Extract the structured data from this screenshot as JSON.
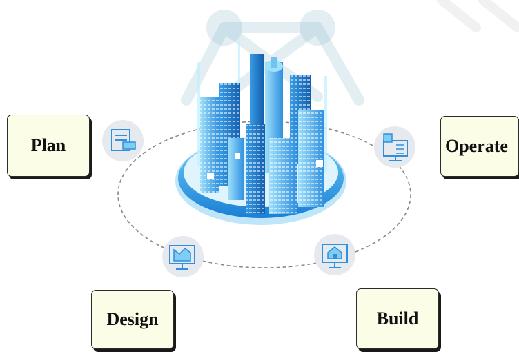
{
  "labels": {
    "plan": "Plan",
    "operate": "Operate",
    "design": "Design",
    "build": "Build"
  },
  "colors": {
    "accent_blue": "#1e88d8",
    "light_blue": "#7fcdf2",
    "box_fill": "#fbfde7",
    "dashed_ring": "#888888"
  }
}
